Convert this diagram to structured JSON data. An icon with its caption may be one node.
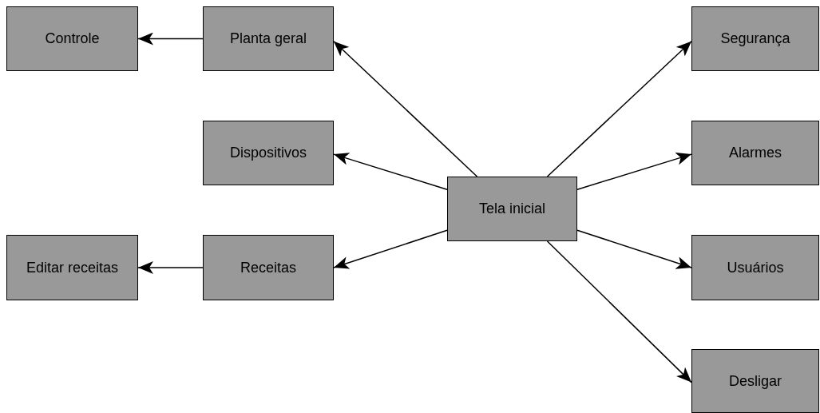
{
  "diagram": {
    "nodes": [
      {
        "text": [
          "Controle"
        ]
      },
      {
        "text": [
          "Planta geral"
        ]
      },
      {
        "text": [
          "Segurança"
        ]
      },
      {
        "text": [
          "Dispositivos"
        ]
      },
      {
        "text": [
          "Alarmes"
        ]
      },
      {
        "text": [
          "Tela inicial"
        ]
      },
      {
        "text": [
          "Editar receitas"
        ]
      },
      {
        "text": [
          "Receitas"
        ]
      },
      {
        "text": [
          "Usuários"
        ]
      },
      {
        "text": [
          "Desligar"
        ]
      }
    ],
    "edges": [
      {
        "from": 5,
        "to": 1,
        "arrow": "to"
      },
      {
        "from": 1,
        "to": 0,
        "arrow": "to"
      },
      {
        "from": 5,
        "to": 3,
        "arrow": "to"
      },
      {
        "from": 5,
        "to": 7,
        "arrow": "to"
      },
      {
        "from": 7,
        "to": 6,
        "arrow": "to"
      },
      {
        "from": 5,
        "to": 2,
        "arrow": "to"
      },
      {
        "from": 5,
        "to": 4,
        "arrow": "to"
      },
      {
        "from": 5,
        "to": 8,
        "arrow": "to"
      },
      {
        "from": 5,
        "to": 9,
        "arrow": "to"
      }
    ]
  }
}
